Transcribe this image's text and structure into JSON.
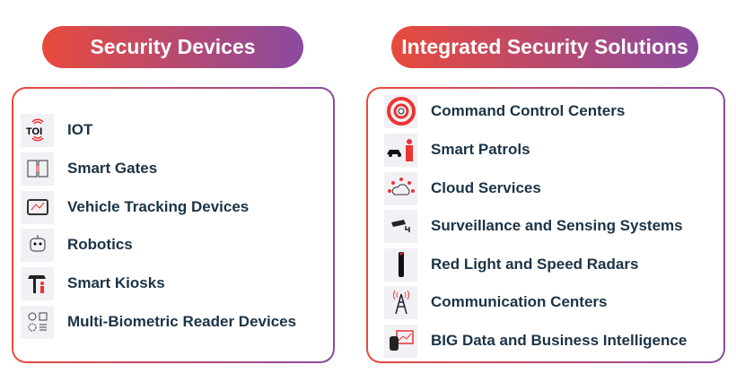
{
  "security_devices": {
    "title": "Security Devices",
    "items": [
      {
        "label": "IOT",
        "icon": "iot-icon"
      },
      {
        "label": "Smart Gates",
        "icon": "gate-icon"
      },
      {
        "label": "Vehicle Tracking Devices",
        "icon": "tracking-icon"
      },
      {
        "label": "Robotics",
        "icon": "robot-icon"
      },
      {
        "label": "Smart Kiosks",
        "icon": "kiosk-icon"
      },
      {
        "label": "Multi-Biometric Reader Devices",
        "icon": "biometric-icon"
      }
    ]
  },
  "integrated_solutions": {
    "title": "Integrated Security Solutions",
    "items": [
      {
        "label": "Command Control Centers",
        "icon": "target-icon"
      },
      {
        "label": "Smart Patrols",
        "icon": "patrol-icon"
      },
      {
        "label": "Cloud Services",
        "icon": "cloud-icon"
      },
      {
        "label": "Surveillance and Sensing Systems",
        "icon": "camera-icon"
      },
      {
        "label": "Red Light and Speed Radars",
        "icon": "radar-icon"
      },
      {
        "label": "Communication Centers",
        "icon": "tower-icon"
      },
      {
        "label": "BIG Data and Business Intelligence",
        "icon": "data-icon"
      }
    ]
  },
  "colors": {
    "start": "#e84a3c",
    "end": "#8a4aa0",
    "text": "#1c3346"
  }
}
